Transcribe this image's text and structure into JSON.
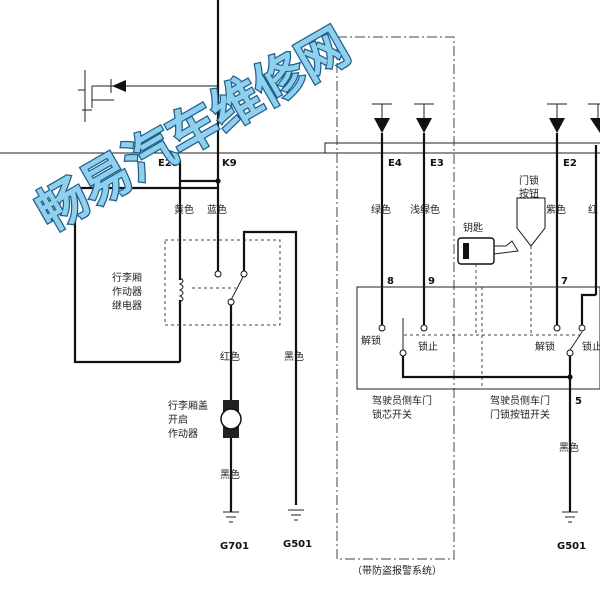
{
  "watermark": "畅易汽车维修网",
  "connectors": {
    "e25": "E25",
    "k9": "K9",
    "e4": "E4",
    "e3": "E3",
    "e2": "E2"
  },
  "wires": {
    "yellow": "黄色",
    "blue": "蓝色",
    "red": "红色",
    "black_mid": "黑色",
    "black_motor": "黑色",
    "black_right": "黑色",
    "green": "绿色",
    "light_green": "浅绿色",
    "purple": "紫色",
    "cut_right": "红"
  },
  "components": {
    "relay": [
      "行李厢",
      "作动器",
      "继电器"
    ],
    "actuator": [
      "行李厢盖",
      "开启",
      "作动器"
    ],
    "door_button": [
      "门锁",
      "按钮"
    ],
    "key": "钥匙",
    "cyl_switch": [
      "驾驶员侧车门",
      "锁芯开关"
    ],
    "btn_switch": [
      "驾驶员侧车门",
      "门锁按钮开关"
    ]
  },
  "switch_labels": {
    "unlock_1": "解锁",
    "lock_1": "锁止",
    "unlock_2": "解锁",
    "lock_2_cut": "锁止"
  },
  "pins": {
    "p8": "8",
    "p9": "9",
    "p7": "7",
    "p5": "5"
  },
  "grounds": {
    "g701": "G701",
    "g501_mid": "G501",
    "g501_right": "G501"
  },
  "alarm_note": "（带防盗报警系统）"
}
